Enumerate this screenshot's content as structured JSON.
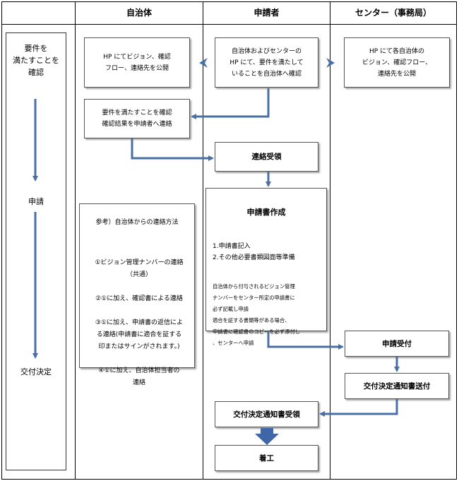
{
  "header": {
    "col_municipality": "自治体",
    "col_applicant": "申請者",
    "col_center": "センター（事務局）"
  },
  "left_column": {
    "step1": "要件を\n満たすことを\n確認",
    "step2": "申請",
    "step3": "交付決定"
  },
  "boxes": {
    "muni_publish": "HP にてビジョン、確認\nフロー、連絡先を公開",
    "applicant_check": "自治体およびセンターの\nHP にて、要件を満たして\nいることを自治体へ確認",
    "center_publish": "HP にて各自治体の\nビジョン、確認フロー、\n連絡先を公開",
    "muni_confirm": "要件を満たすことを確認\n確認結果を申請者へ連絡",
    "contact_received": "連絡受領",
    "application_title": "申請書作成",
    "application_items": "1.申請書記入\n2.その他必要書類図面等準備",
    "application_note": "自治体から付与されるビジョン管理\nナンバーをセンター所定の申請書に\n必ず記載し申請\n適合を証する書類等がある場合、\n申請書に確認書のコピーを必ず添付し\n、センターへ申請",
    "application_accept": "申請受付",
    "decision_notice_send": "交付決定通知書送付",
    "decision_notice_receive": "交付決定通知書受領",
    "start_work": "着工"
  },
  "reference": {
    "title": "参考）自治体からの連絡方法",
    "items": [
      "①ビジョン管理ナンバーの連絡\n（共通）",
      "②①に加え、確認書による連絡",
      "③①に加え、申請書の返信によ\nる連絡(申請書に適合を証する\n印またはサインがされます。)",
      "④①に加え、自治体担当者の\n連絡"
    ]
  },
  "colors": {
    "arrow": "#4a6fa5",
    "fat_arrow": "#3f66a6",
    "border": "#000000"
  }
}
